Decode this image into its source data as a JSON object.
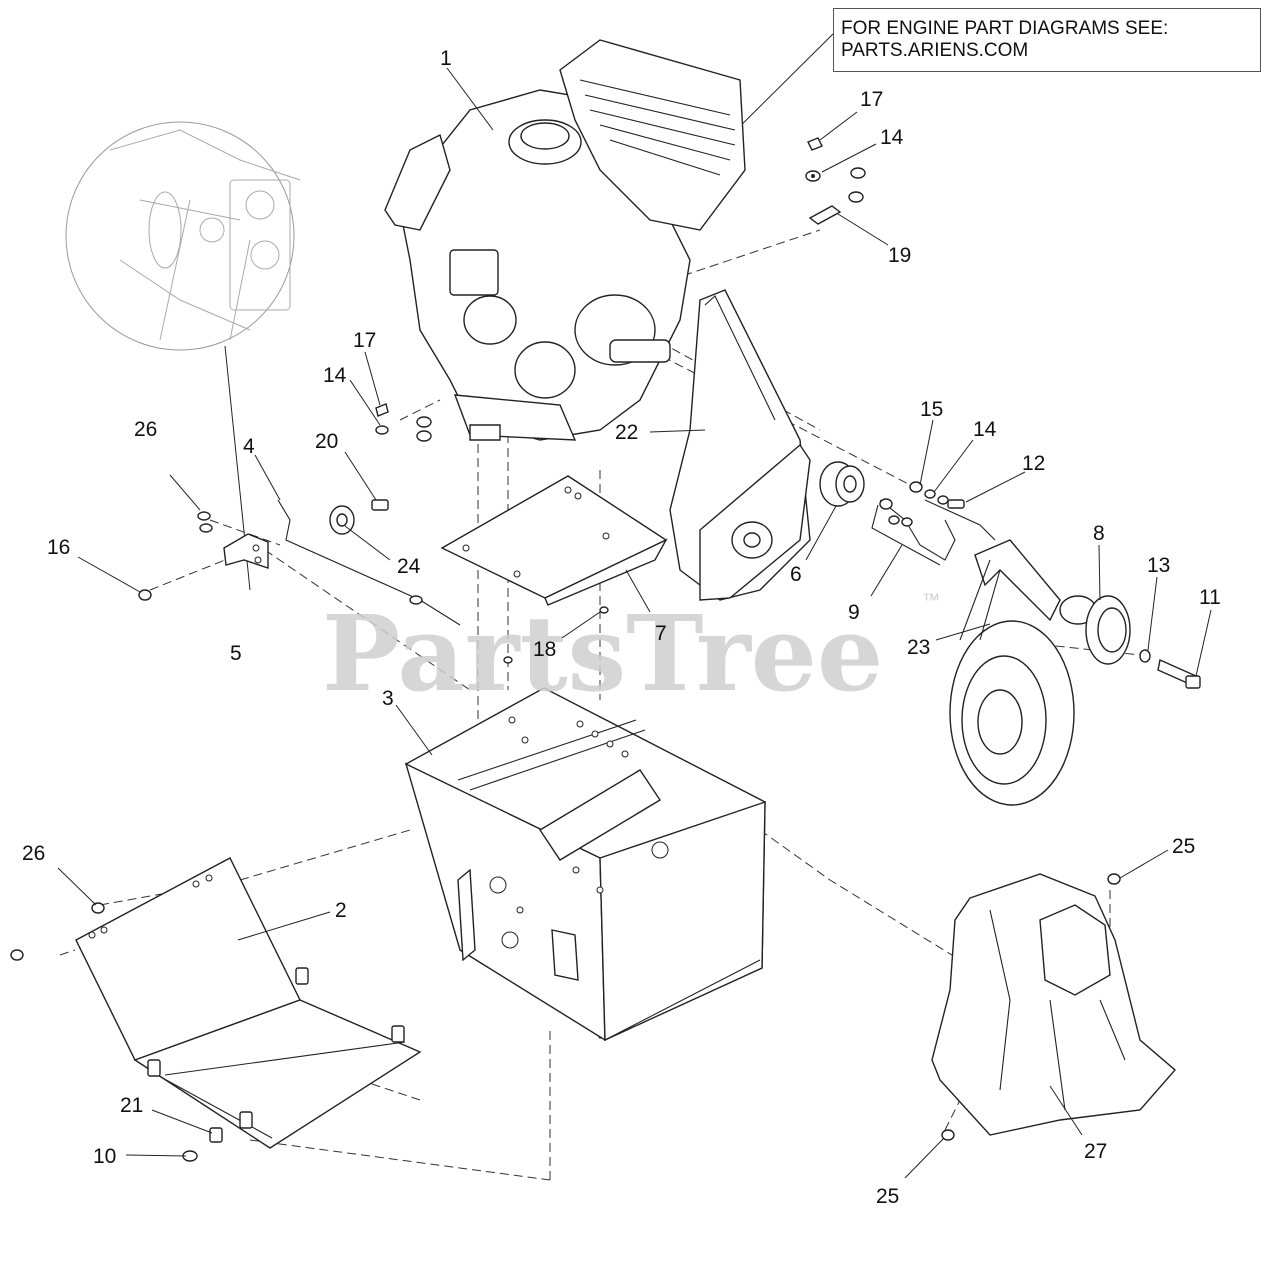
{
  "note": {
    "line1": "FOR ENGINE PART DIAGRAMS SEE:",
    "line2": "PARTS.ARIENS.COM"
  },
  "watermark": {
    "text": "PartsTree",
    "trademark": "™"
  },
  "callouts": {
    "c1": "1",
    "c2": "2",
    "c3": "3",
    "c4": "4",
    "c5": "5",
    "c6": "6",
    "c7": "7",
    "c8": "8",
    "c9": "9",
    "c10": "10",
    "c11": "11",
    "c12": "12",
    "c13": "13",
    "c14a": "14",
    "c14b": "14",
    "c14c": "14",
    "c15": "15",
    "c16": "16",
    "c17a": "17",
    "c17b": "17",
    "c18": "18",
    "c19": "19",
    "c20": "20",
    "c21": "21",
    "c22": "22",
    "c23": "23",
    "c24": "24",
    "c25a": "25",
    "c25b": "25",
    "c26a": "26",
    "c26b": "26",
    "c27": "27"
  }
}
